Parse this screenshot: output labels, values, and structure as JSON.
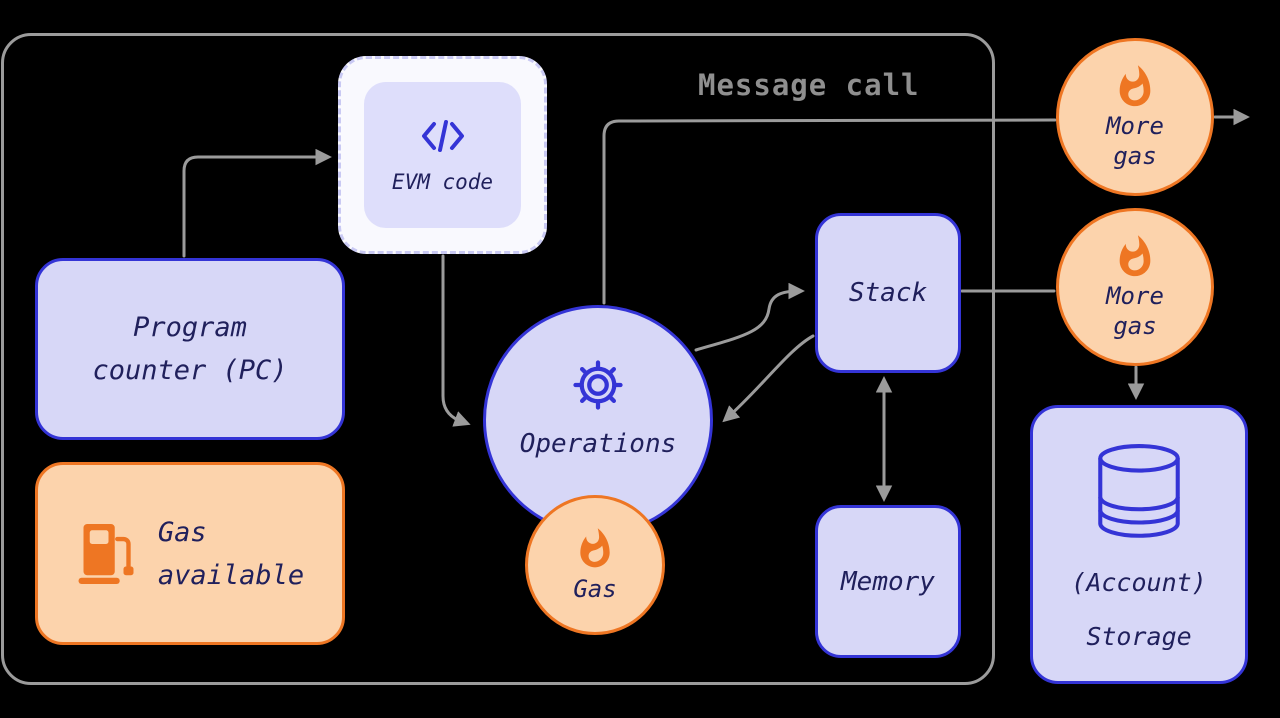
{
  "colors": {
    "background": "#000000",
    "lavender_fill": "#d7d7f7",
    "lavender_inner_fill": "#dedefb",
    "blue_border": "#3434d6",
    "navy_text": "#20205c",
    "orange_fill": "#fcd3ac",
    "orange_accent": "#ee7623",
    "gray_line": "#9b9b9b",
    "gray_title_text": "#8f8f8f",
    "evm_outer_fill": "#f9f9fe",
    "evm_dash_border": "#c9c9f3"
  },
  "diagram": {
    "title": "Message call",
    "nodes": {
      "evm_code": {
        "label": "EVM code",
        "icon": "code-icon"
      },
      "program_counter": {
        "line1": "Program",
        "line2": "counter (PC)"
      },
      "gas_available": {
        "line1": "Gas",
        "line2": "available",
        "icon": "gas-pump-icon"
      },
      "operations": {
        "label": "Operations",
        "icon": "gear-icon"
      },
      "gas": {
        "label": "Gas",
        "icon": "flame-icon"
      },
      "stack": {
        "label": "Stack"
      },
      "memory": {
        "label": "Memory"
      },
      "more_gas_top": {
        "line1": "More",
        "line2": "gas",
        "icon": "flame-icon"
      },
      "more_gas_mid": {
        "line1": "More",
        "line2": "gas",
        "icon": "flame-icon"
      },
      "storage": {
        "line1": "(Account)",
        "line2": "Storage",
        "icon": "database-icon"
      }
    },
    "connections": [
      {
        "from": "program-counter",
        "to": "evm-code",
        "arrow": "end"
      },
      {
        "from": "evm-code",
        "to": "operations",
        "arrow": "end"
      },
      {
        "from": "operations",
        "to": "message-call-exit",
        "via": "more-gas-top",
        "arrow": "end"
      },
      {
        "from": "operations",
        "to": "stack",
        "arrow": "end"
      },
      {
        "from": "stack",
        "to": "operations",
        "arrow": "end"
      },
      {
        "from": "stack",
        "to": "memory",
        "arrow": "both"
      },
      {
        "from": "stack",
        "to": "more-gas-mid",
        "arrow": "none"
      },
      {
        "from": "more-gas-mid",
        "to": "account-storage",
        "arrow": "end"
      }
    ]
  }
}
